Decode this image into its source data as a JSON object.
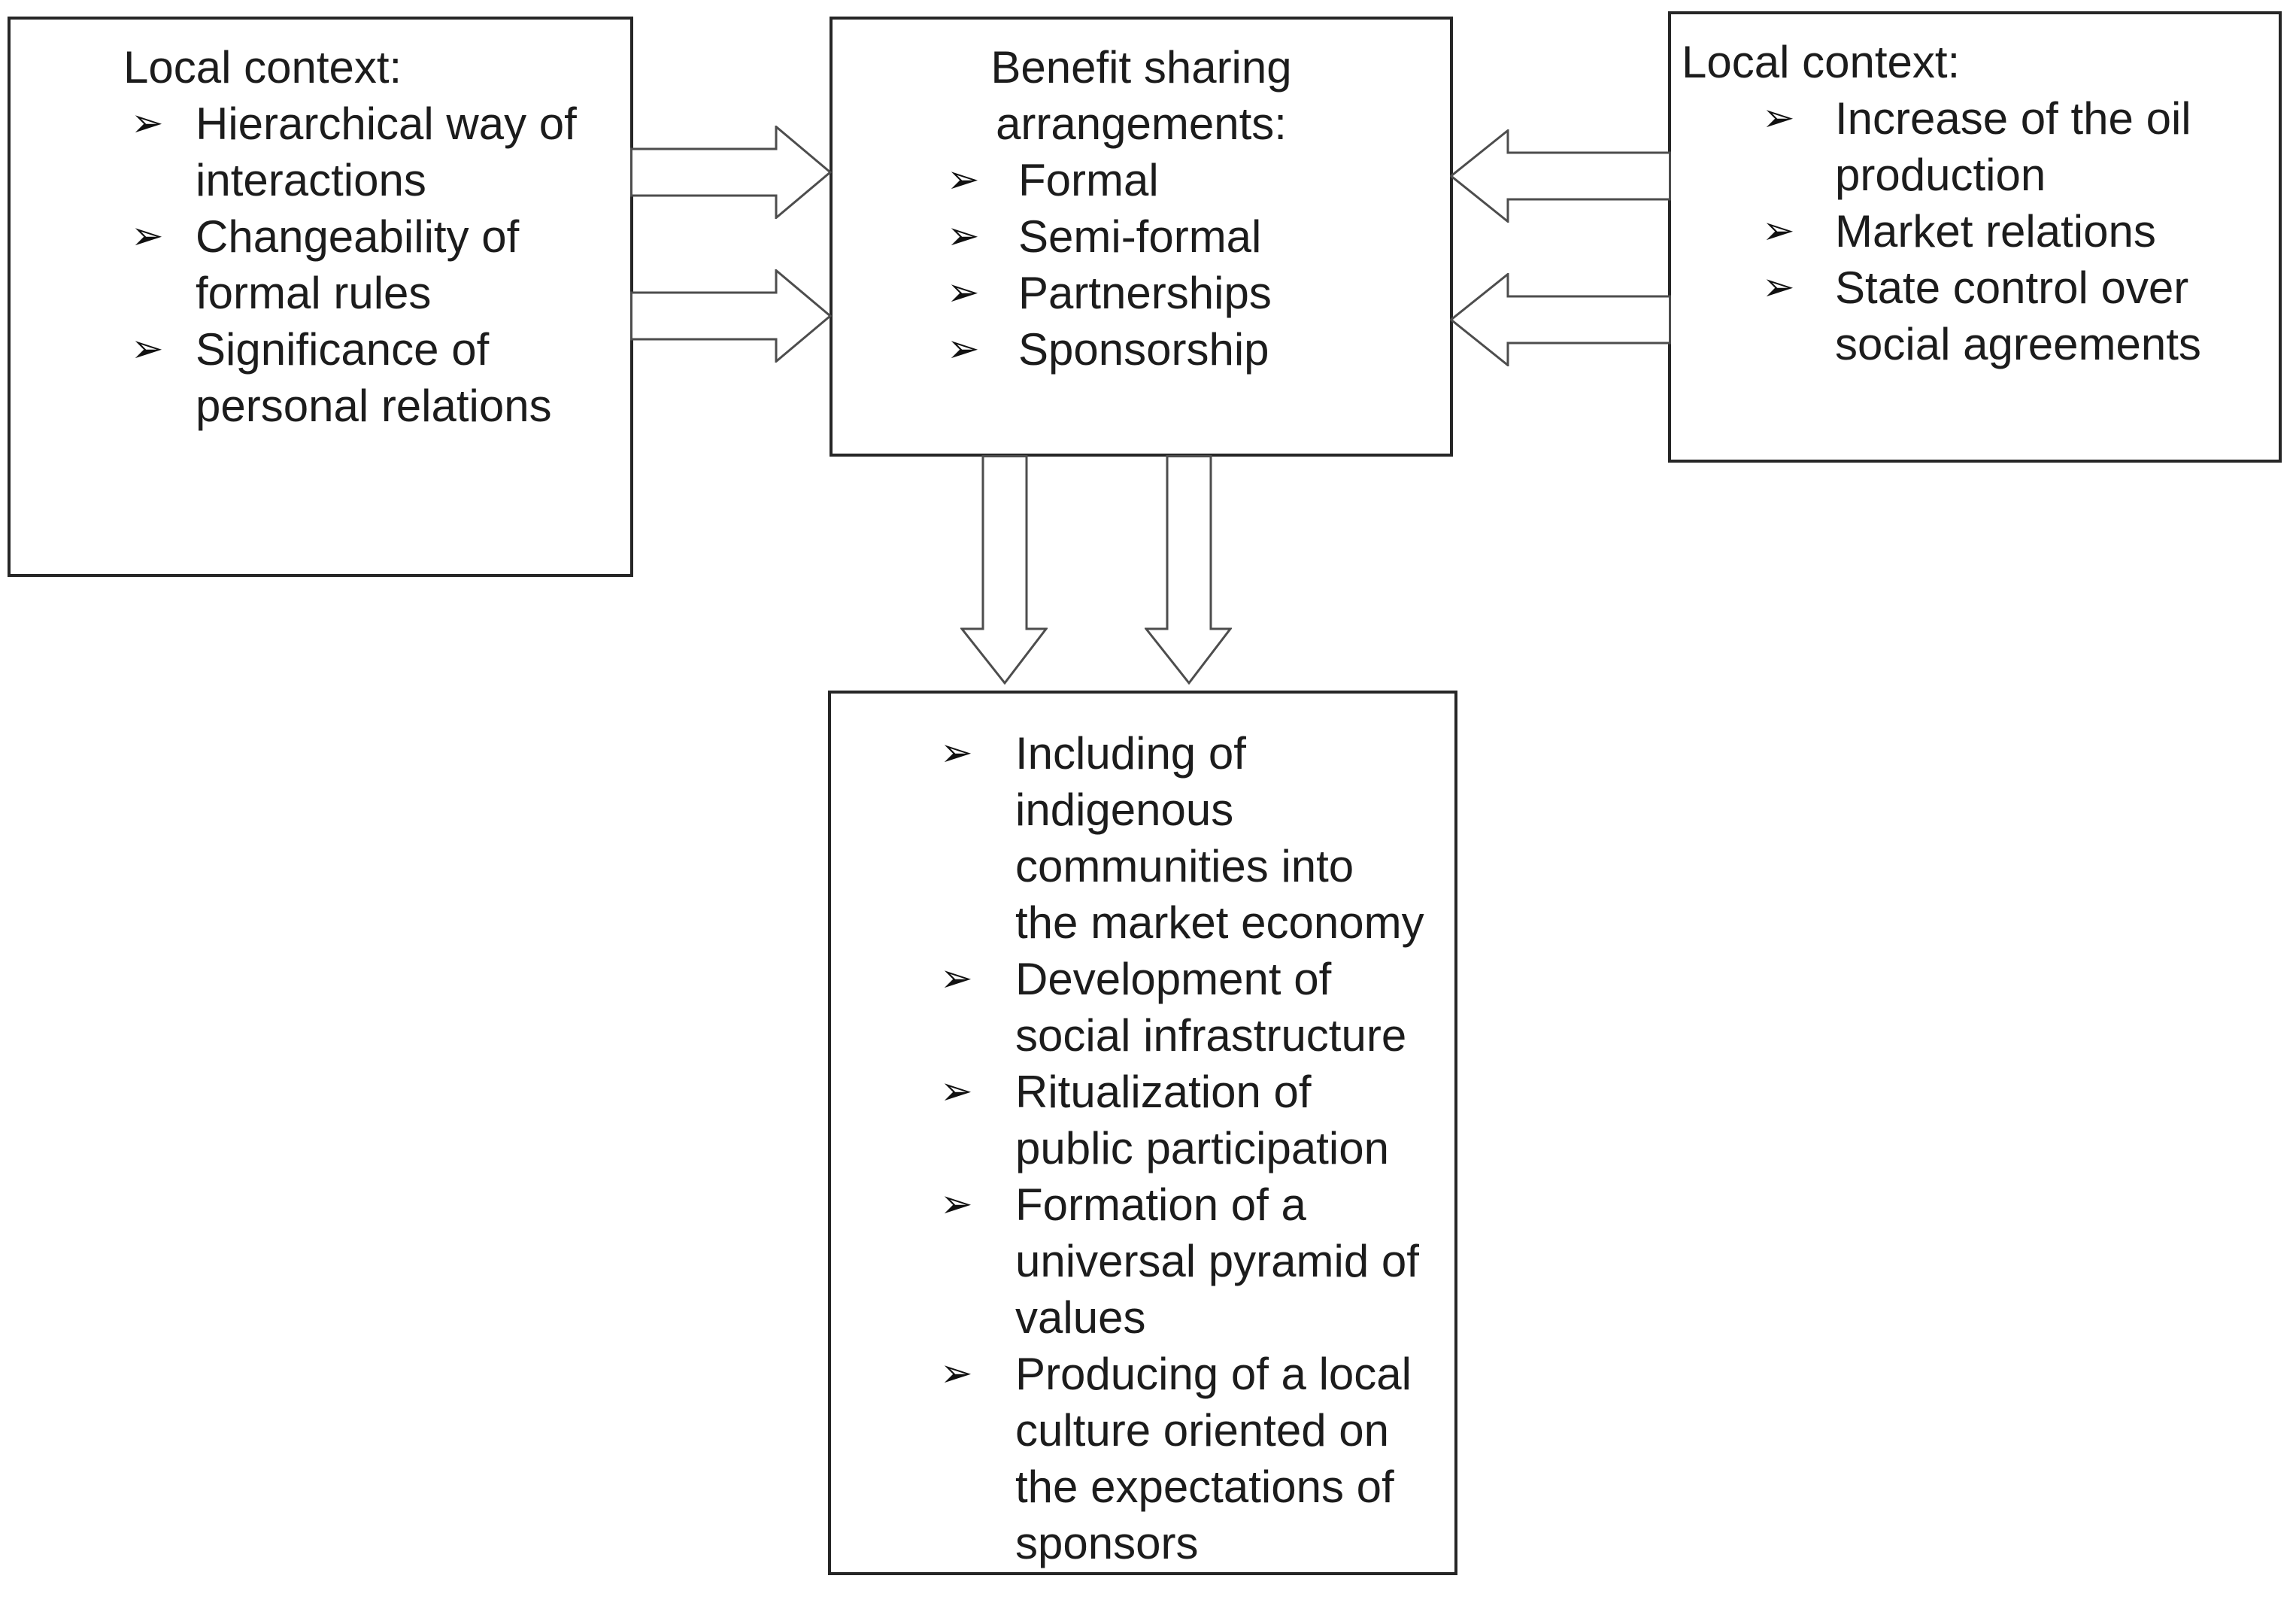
{
  "diagram": {
    "bullet_glyph": "➢",
    "colors": {
      "background": "#ffffff",
      "box_border": "#262626",
      "arrow_outline": "#4d4d4d",
      "text": "#1c1c1c"
    },
    "left_box": {
      "title": "Local context:",
      "items": [
        "Hierarchical way of\ninteractions",
        "Changeability of\nformal rules",
        "Significance of\npersonal relations"
      ]
    },
    "center_box": {
      "title": "Benefit sharing\narrangements:",
      "items": [
        "Formal",
        "Semi-formal",
        "Partnerships",
        "Sponsorship"
      ]
    },
    "right_box": {
      "title": "Local context:",
      "items": [
        "Increase of the oil\nproduction",
        "Market relations",
        "State control over\nsocial agreements"
      ]
    },
    "bottom_box": {
      "items": [
        "Including of\nindigenous\ncommunities into\nthe market economy",
        "Development of\nsocial infrastructure",
        "Ritualization of\npublic participation",
        "Formation of a\nuniversal pyramid of\nvalues",
        "Producing of a local\nculture oriented on\nthe expectations of\nsponsors"
      ]
    },
    "arrows": {
      "left_to_center": {
        "direction": "right",
        "count": 2
      },
      "right_to_center": {
        "direction": "left",
        "count": 2
      },
      "center_to_bottom": {
        "direction": "down",
        "count": 2
      }
    }
  }
}
